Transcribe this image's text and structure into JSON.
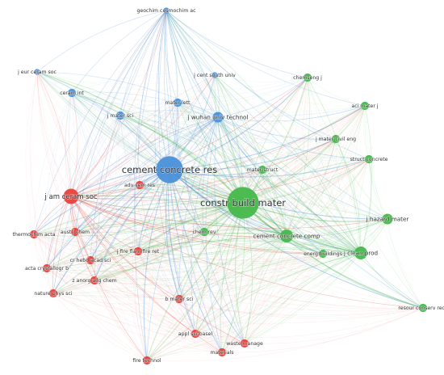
{
  "colors": {
    "blue": "#4a90d9",
    "green": "#44b84a",
    "red": "#e8413c"
  },
  "nodes": [
    {
      "id": "geochim",
      "label": "geochim cosmochim ac",
      "cluster": "blue",
      "weight": 1
    },
    {
      "id": "jeurceram",
      "label": "j eur ceram soc",
      "cluster": "blue",
      "weight": 1
    },
    {
      "id": "jcent",
      "label": "j cent south univ",
      "cluster": "blue",
      "weight": 1
    },
    {
      "id": "ceramint",
      "label": "ceram int",
      "cluster": "blue",
      "weight": 2
    },
    {
      "id": "materlett",
      "label": "mater lett",
      "cluster": "blue",
      "weight": 2
    },
    {
      "id": "jmatersci",
      "label": "j mater sci",
      "cluster": "blue",
      "weight": 2
    },
    {
      "id": "wuhan",
      "label": "j wuhan univ technol",
      "cluster": "blue",
      "weight": 3
    },
    {
      "id": "ccr",
      "label": "cement concrete res",
      "cluster": "blue",
      "weight": 10
    },
    {
      "id": "advcem",
      "label": "adv cem res",
      "cluster": "red",
      "weight": 2
    },
    {
      "id": "jamceram",
      "label": "j am ceram soc",
      "cluster": "red",
      "weight": 5
    },
    {
      "id": "thermo",
      "label": "thermochim acta",
      "cluster": "red",
      "weight": 2
    },
    {
      "id": "austj",
      "label": "aust j chem",
      "cluster": "red",
      "weight": 2
    },
    {
      "id": "crhebd",
      "label": "cr hebd acad sci",
      "cluster": "red",
      "weight": 2
    },
    {
      "id": "fireflam",
      "label": "j fire flam fire ret",
      "cluster": "red",
      "weight": 2
    },
    {
      "id": "actacryst",
      "label": "acta crystallogr b",
      "cluster": "red",
      "weight": 2
    },
    {
      "id": "zanorg",
      "label": "z anorg allg chem",
      "cluster": "red",
      "weight": 2
    },
    {
      "id": "naturephys",
      "label": "nature phys sci",
      "cluster": "red",
      "weight": 2
    },
    {
      "id": "bmatersci",
      "label": "b mater sci",
      "cluster": "red",
      "weight": 2
    },
    {
      "id": "applsci",
      "label": "appl sci-basel",
      "cluster": "red",
      "weight": 2
    },
    {
      "id": "wastemanage",
      "label": "waste manage",
      "cluster": "red",
      "weight": 2
    },
    {
      "id": "materials",
      "label": "materials",
      "cluster": "red",
      "weight": 2
    },
    {
      "id": "firetechnol",
      "label": "fire technol",
      "cluster": "red",
      "weight": 2
    },
    {
      "id": "chemseng",
      "label": "chemseng j",
      "cluster": "green",
      "weight": 2
    },
    {
      "id": "acimater",
      "label": "aci mater j",
      "cluster": "green",
      "weight": 2
    },
    {
      "id": "jmatercivil",
      "label": "j mater civil eng",
      "cluster": "green",
      "weight": 2
    },
    {
      "id": "structconcrete",
      "label": "struct concrete",
      "cluster": "green",
      "weight": 2
    },
    {
      "id": "materstruct",
      "label": "mater struct",
      "cluster": "green",
      "weight": 2
    },
    {
      "id": "cbm",
      "label": "constr build mater",
      "cluster": "green",
      "weight": 12
    },
    {
      "id": "chemrev",
      "label": "chem rev",
      "cluster": "green",
      "weight": 2
    },
    {
      "id": "ccc",
      "label": "cement concrete comp",
      "cluster": "green",
      "weight": 4
    },
    {
      "id": "jhazard",
      "label": "j hazard mater",
      "cluster": "green",
      "weight": 3
    },
    {
      "id": "energbuild",
      "label": "energ buildings",
      "cluster": "green",
      "weight": 2
    },
    {
      "id": "jcleanprod",
      "label": "j clean prod",
      "cluster": "green",
      "weight": 4
    },
    {
      "id": "resour",
      "label": "resour conserv recy",
      "cluster": "green",
      "weight": 2
    }
  ]
}
